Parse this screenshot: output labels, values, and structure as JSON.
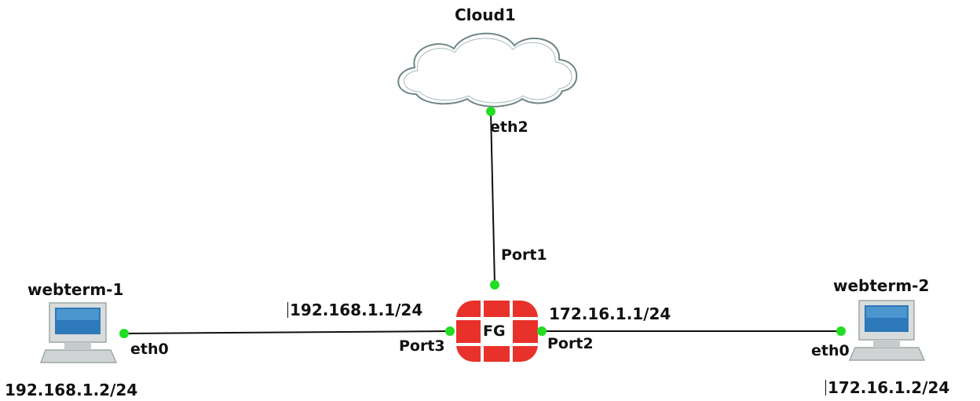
{
  "nodes": {
    "cloud": {
      "name": "Cloud1"
    },
    "firewall": {
      "name": "FG"
    },
    "host1": {
      "name": "webterm-1",
      "ip": "192.168.1.2/24",
      "iface": "eth0"
    },
    "host2": {
      "name": "webterm-2",
      "ip": "172.16.1.2/24",
      "iface": "eth0"
    }
  },
  "links": {
    "cloud_link": {
      "cloud_iface": "eth2",
      "fw_iface": "Port1"
    },
    "left_link": {
      "fw_iface": "Port3",
      "fw_ip": "192.168.1.1/24"
    },
    "right_link": {
      "fw_iface": "Port2",
      "fw_ip": "172.16.1.1/24"
    }
  },
  "colors": {
    "connector_dot": "#22dd22",
    "firewall": "#e8312b",
    "cloud_outline": "#6f8585",
    "link": "#111111"
  },
  "icons": {
    "cloud": "cloud-icon",
    "firewall": "fortigate-firewall-icon",
    "host": "workstation-icon"
  }
}
